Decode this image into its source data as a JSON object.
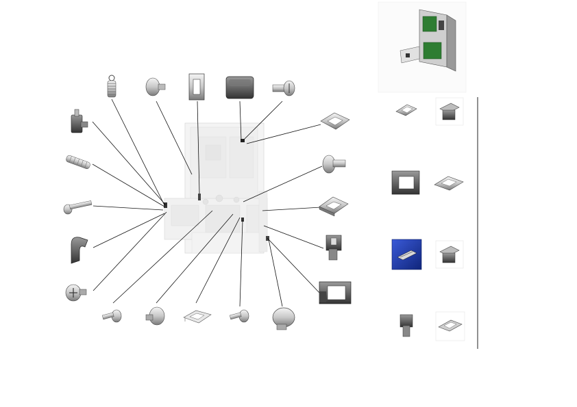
{
  "diagram": {
    "type": "exploded-assembly-parts-diagram",
    "text_labels": [],
    "main_assembly": {
      "name": "assembly-board-view"
    },
    "context_view": {
      "name": "assembly-context-3d-view"
    },
    "callout_parts": [
      {
        "id": "p1",
        "name": "spring-clip-part"
      },
      {
        "id": "p2",
        "name": "coil-spring-part"
      },
      {
        "id": "p3",
        "name": "mushroom-pin-part"
      },
      {
        "id": "p4",
        "name": "rectangular-frame-clip-part"
      },
      {
        "id": "p5",
        "name": "rubber-bumper-part"
      },
      {
        "id": "p6",
        "name": "keyed-pin-part"
      },
      {
        "id": "p7",
        "name": "latch-block-part"
      },
      {
        "id": "p8",
        "name": "extension-spring-part"
      },
      {
        "id": "p9",
        "name": "long-screw-part"
      },
      {
        "id": "p10",
        "name": "hook-clip-part"
      },
      {
        "id": "p11",
        "name": "cross-head-screw-part"
      },
      {
        "id": "p12",
        "name": "flat-frame-clip-part"
      },
      {
        "id": "p13",
        "name": "flanged-stud-part"
      },
      {
        "id": "p14",
        "name": "angled-bracket-part"
      },
      {
        "id": "p15",
        "name": "snap-fastener-part"
      },
      {
        "id": "p16",
        "name": "u-bracket-part"
      },
      {
        "id": "p17",
        "name": "small-screw-part"
      },
      {
        "id": "p18",
        "name": "domed-pin-part"
      },
      {
        "id": "p19",
        "name": "wire-clip-part"
      },
      {
        "id": "p20",
        "name": "short-screw-part"
      },
      {
        "id": "p21",
        "name": "large-knob-pin-part"
      }
    ],
    "variant_thumbnails": [
      {
        "id": "t1",
        "name": "clamp-variant-thumb",
        "highlighted": false
      },
      {
        "id": "t2",
        "name": "latch-variant-thumb",
        "highlighted": false
      },
      {
        "id": "t3",
        "name": "u-bracket-variant-thumb",
        "highlighted": false
      },
      {
        "id": "t4",
        "name": "frame-clip-variant-thumb",
        "highlighted": false
      },
      {
        "id": "t5",
        "name": "connector-variant-thumb",
        "highlighted": true
      },
      {
        "id": "t6",
        "name": "latch-variant-thumb-2",
        "highlighted": false
      },
      {
        "id": "t7",
        "name": "snap-variant-thumb",
        "highlighted": false
      },
      {
        "id": "t8",
        "name": "clip-variant-thumb",
        "highlighted": false
      }
    ],
    "colors": {
      "line": "#111111",
      "part_fill": "#d9d9d9",
      "part_dark": "#555555",
      "part_light": "#f2f2f2",
      "highlight_bg": "#1f3fb0",
      "green_board": "#2e7d32",
      "assembly_fade": "#e6e6e6"
    }
  }
}
